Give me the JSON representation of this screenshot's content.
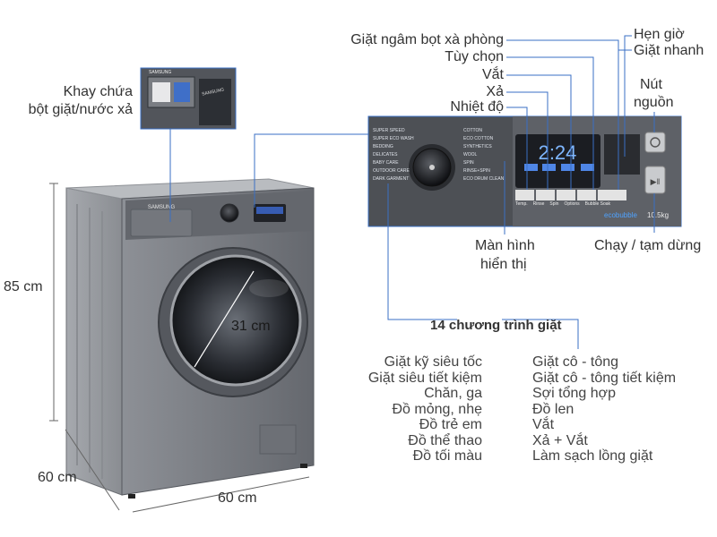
{
  "callouts": {
    "detergent_drawer": [
      "Khay chứa",
      "bột giặt/nước xả"
    ],
    "soak": "Giặt ngâm bọt xà phòng",
    "options": "Tùy chọn",
    "spin": "Vắt",
    "rinse": "Xả",
    "temperature": "Nhiệt độ",
    "timer": "Hẹn giờ",
    "quick_wash": "Giặt nhanh",
    "power_button": [
      "Nút",
      "nguồn"
    ],
    "display": [
      "Màn hình",
      "hiển thị"
    ],
    "start_pause": "Chạy / tạm dừng"
  },
  "dimensions": {
    "height": "85 cm",
    "depth": "60 cm",
    "width": "60 cm",
    "door": "31 cm"
  },
  "programs": {
    "title": "14 chương trình giặt",
    "left": [
      "Giặt kỹ siêu tốc",
      "Giặt siêu tiết kiệm",
      "Chăn, ga",
      "Đồ mỏng, nhẹ",
      "Đồ trẻ em",
      "Đồ thể thao",
      "Đồ tối màu"
    ],
    "right": [
      "Giặt cô - tông",
      "Giặt cô - tông tiết kiệm",
      "Sợi tổng hợp",
      "Đồ len",
      "Vắt",
      "Xả + Vắt",
      "Làm sạch lồng giặt"
    ]
  },
  "panel": {
    "brand": "SAMSUNG",
    "display_digits": "2:24",
    "eco_label": "ecobubble",
    "capacity": "10.5kg",
    "dial_left": [
      "SUPER SPEED",
      "SUPER ECO WASH",
      "BEDDING",
      "DELICATES",
      "BABY CARE",
      "OUTDOOR CARE",
      "DARK GARMENT"
    ],
    "dial_right": [
      "COTTON",
      "ECO COTTON",
      "SYNTHETICS",
      "WOOL",
      "SPIN",
      "RINSE+SPIN",
      "ECO DRUM CLEAN"
    ],
    "opt_buttons": [
      "Temp.",
      "Rinse",
      "Spin",
      "Options",
      "Bubble Soak"
    ]
  },
  "colors": {
    "callout_line": "#3a6fc4",
    "machine_body": "#6b6e75",
    "panel_bg": "#4a4c52"
  }
}
